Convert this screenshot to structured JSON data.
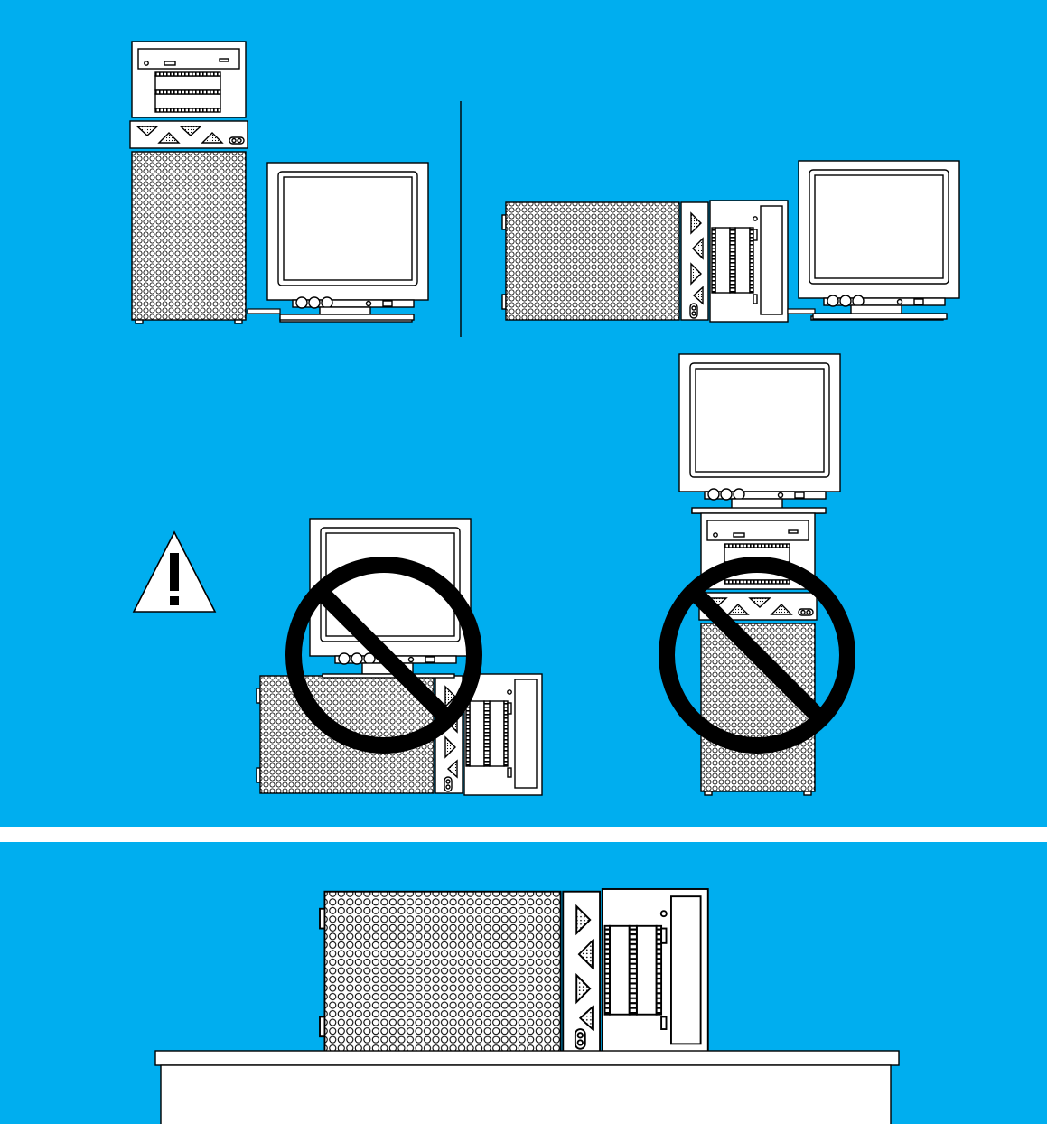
{
  "colors": {
    "panel_background": "#00AEEF",
    "device_fill": "#ffffff",
    "outline": "#000000",
    "prohibition_ring": "#000000"
  },
  "panels": [
    {
      "id": "top-panel",
      "scenes": [
        {
          "id": "tower-beside-monitor",
          "status": "allowed",
          "icons": [
            "tower-computer-icon",
            "monitor-icon"
          ]
        },
        {
          "id": "desktop-beside-monitor",
          "status": "allowed",
          "icons": [
            "desktop-computer-icon",
            "monitor-icon"
          ]
        },
        {
          "id": "monitor-on-desktop",
          "status": "prohibited",
          "icons": [
            "desktop-computer-icon",
            "monitor-icon",
            "prohibition-icon"
          ]
        },
        {
          "id": "monitor-on-tower",
          "status": "prohibited",
          "icons": [
            "tower-computer-icon",
            "monitor-icon",
            "prohibition-icon"
          ]
        }
      ],
      "warning_icon": "caution-triangle-icon"
    },
    {
      "id": "bottom-panel",
      "scenes": [
        {
          "id": "desktop-on-table",
          "status": "allowed",
          "icons": [
            "desktop-computer-icon",
            "table-icon"
          ]
        }
      ]
    }
  ]
}
